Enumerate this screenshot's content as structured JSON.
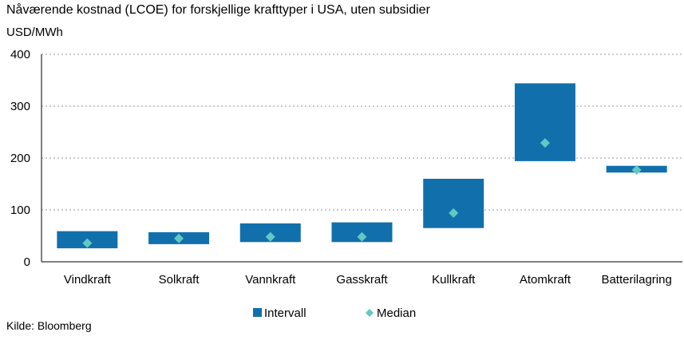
{
  "header": {
    "title": "Nåværende kostnad (LCOE) for forskjellige krafttyper i USA, uten subsidier",
    "unit": "USD/MWh"
  },
  "footer": {
    "source": "Kilde: Bloomberg"
  },
  "chart_data": {
    "type": "bar",
    "title": "Nåværende kostnad (LCOE) for forskjellige krafttyper i USA, uten subsidier",
    "ylabel": "USD/MWh",
    "xlabel": "",
    "ylim": [
      0,
      400
    ],
    "yticks": [
      0,
      100,
      200,
      300,
      400
    ],
    "grid": true,
    "legend_position": "bottom",
    "categories": [
      "Vindkraft",
      "Solkraft",
      "Vannkraft",
      "Gasskraft",
      "Kullkraft",
      "Atomkraft",
      "Batterilagring"
    ],
    "series": [
      {
        "name": "Intervall",
        "kind": "floating-bar",
        "low": [
          26,
          34,
          38,
          38,
          65,
          194,
          172
        ],
        "high": [
          59,
          57,
          74,
          76,
          160,
          344,
          185
        ]
      },
      {
        "name": "Median",
        "kind": "marker",
        "values": [
          36,
          45,
          48,
          48,
          94,
          229,
          177
        ]
      }
    ],
    "colors": {
      "bar": "#1170ab",
      "median": "#63c8c3",
      "grid": "#9a9a9a",
      "axis": "#000000"
    }
  }
}
